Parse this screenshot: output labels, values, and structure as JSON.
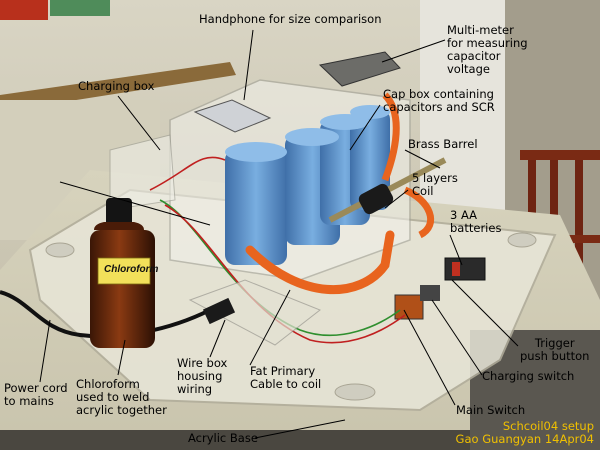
{
  "labels": {
    "handphone": "Handphone for size comparison",
    "multimeter_1": "Multi-meter",
    "multimeter_2": "for measuring",
    "multimeter_3": "capacitor",
    "multimeter_4": "voltage",
    "charging_box": "Charging box",
    "cap_box_1": "Cap box containing",
    "cap_box_2": "capacitors and SCR",
    "brass_barrel": "Brass Barrel",
    "coil_1": "5 layers",
    "coil_2": "Coil",
    "batteries_1": "3 AA",
    "batteries_2": "batteries",
    "trigger_1": "Trigger",
    "trigger_2": "push button",
    "charging_switch": "Charging switch",
    "main_switch": "Main Switch",
    "power_cord_1": "Power cord",
    "power_cord_2": "to mains",
    "chloroform_1": "Chloroform",
    "chloroform_2": "used to weld",
    "chloroform_3": "acrylic together",
    "wire_box_1": "Wire box",
    "wire_box_2": "housing",
    "wire_box_3": "wiring",
    "fat_primary_1": "Fat Primary",
    "fat_primary_2": "Cable to coil",
    "acrylic_base": "Acrylic Base"
  },
  "bottle_label": "Chloroform",
  "credit": {
    "line1": "Schcoil04 setup",
    "line2": "Gao Guangyan 14Apr04"
  },
  "colors": {
    "label_text": "#000000",
    "credit_text": "#f0c000",
    "capacitor_blue": "#5a8fc8",
    "cable_orange": "#e8641e"
  }
}
